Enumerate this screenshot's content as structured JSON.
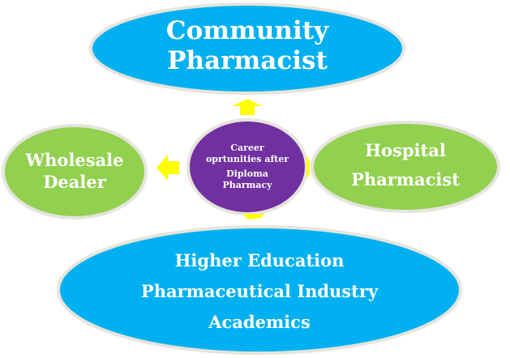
{
  "center": {
    "lines": [
      "Career",
      "oprtunities after",
      "Diploma",
      "Pharmacy"
    ]
  },
  "nodes": {
    "top": {
      "lines": [
        "Community",
        "Pharmacist"
      ]
    },
    "left": {
      "lines": [
        "Wholesale",
        "Dealer"
      ]
    },
    "right": {
      "lines": [
        "Hospital",
        "Pharmacist"
      ]
    },
    "bottom": {
      "lines": [
        "Higher Education",
        "Pharmaceutical Industry",
        "Academics"
      ]
    }
  },
  "colors": {
    "blue": "#00b0f0",
    "green": "#92d050",
    "purple": "#7030a0",
    "arrow": "#ffff00",
    "border": "#e6e4dc"
  }
}
